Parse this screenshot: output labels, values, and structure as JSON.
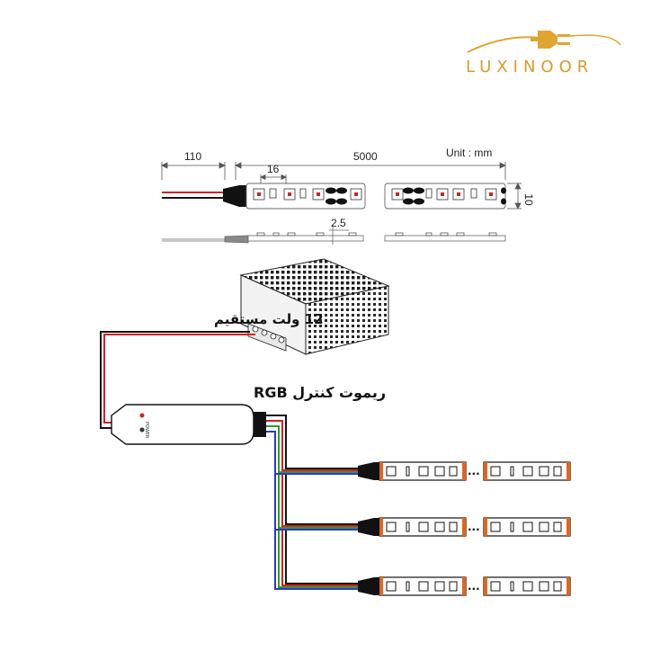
{
  "logo": {
    "text": "LUXINOOR",
    "color": "#e0a530"
  },
  "dimensions": {
    "lead_length": "110",
    "strip_length": "5000",
    "segment_pitch": "16",
    "width": "10",
    "thickness": "2.5",
    "unit": "Unit : mm"
  },
  "labels": {
    "power_supply": "12 ولت مستقیم",
    "remote": "ریموت کنترل RGB",
    "power_marking": "POWER",
    "ellipsis": "..."
  },
  "colors": {
    "wire_red": "#d62020",
    "wire_black": "#111111",
    "wire_green": "#2e9a3a",
    "wire_blue": "#2a3bc4",
    "strip_orange": "#e2661c",
    "line_gray": "#777777"
  }
}
